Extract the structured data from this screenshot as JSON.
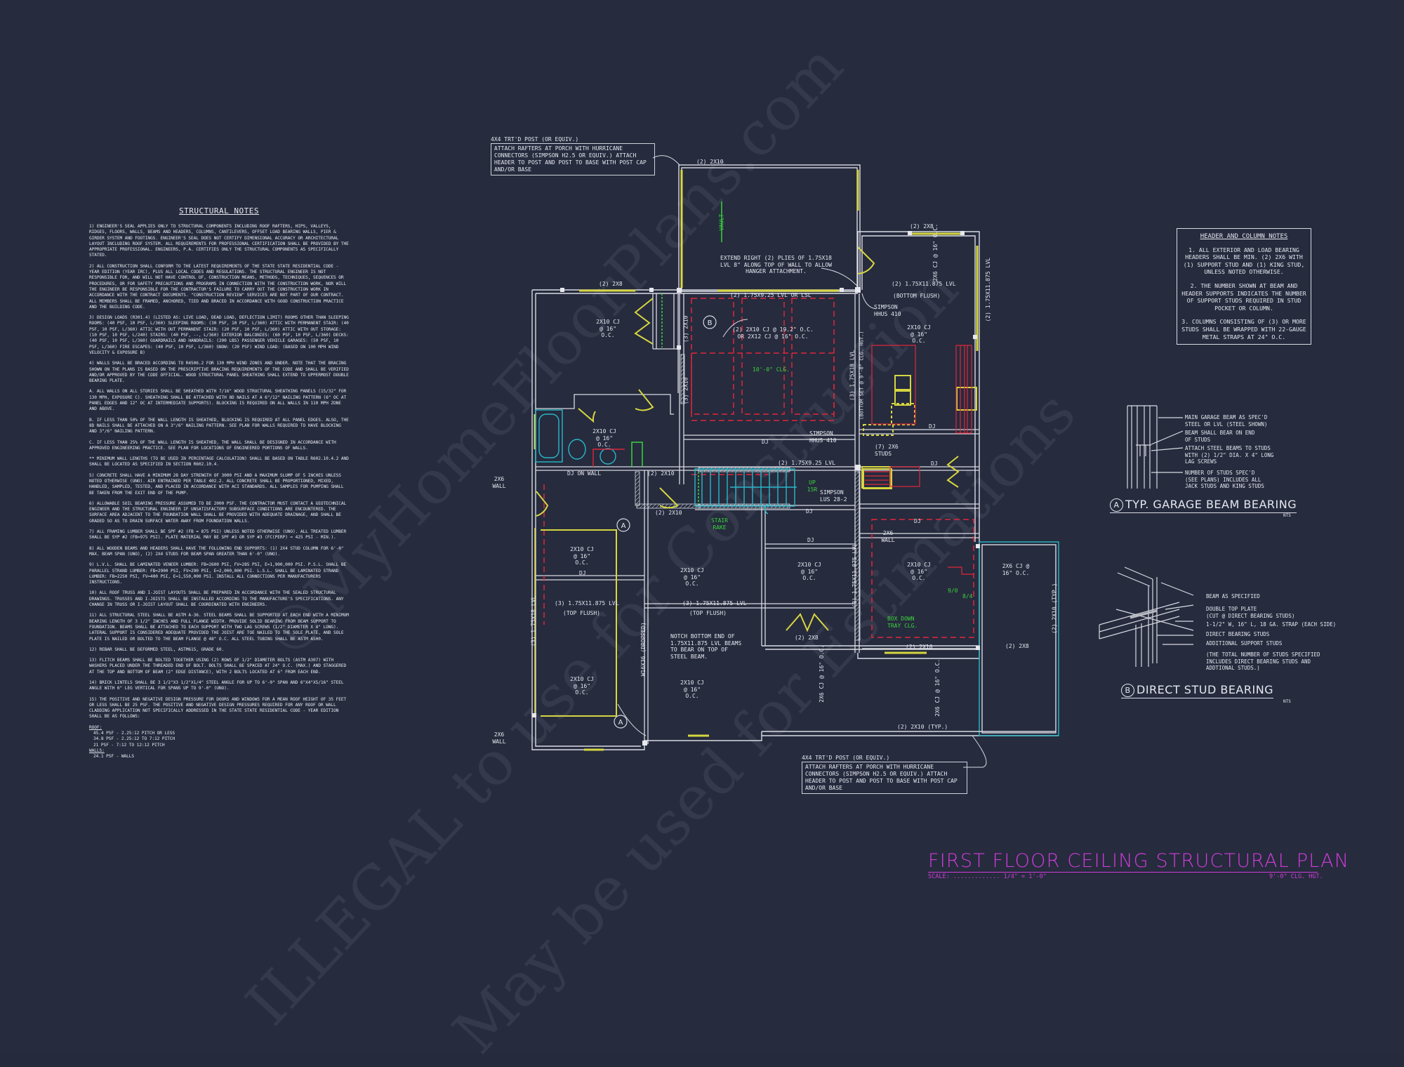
{
  "structural_notes": {
    "title": "STRUCTURAL NOTES",
    "items": [
      "1) ENGINEER'S SEAL APPLIES ONLY TO STRUCTURAL COMPONENTS INCLUDING ROOF RAFTERS, HIPS, VALLEYS, RIDGES, FLOORS, WALLS, BEAMS AND HEADERS, COLUMNS, CANTILEVERS, OFFSET LOAD BEARING WALLS, PIER & GIRDER SYSTEM AND FOOTINGS. ENGINEER'S SEAL DOES NOT CERTIFY DIMENSIONAL ACCURACY OR ARCHITECTURAL LAYOUT INCLUDING ROOF SYSTEM. ALL REQUIREMENTS FOR PROFESSIONAL CERTIFICATION SHALL BE PROVIDED BY THE APPROPRIATE PROFESSIONAL. ENGINEERS, P.A. CERTIFIES ONLY THE STRUCTURAL COMPONENTS AS SPECIFICALLY STATED.",
      "2) ALL CONSTRUCTION SHALL CONFORM TO THE LATEST REQUIREMENTS OF THE STATE STATE RESIDENTIAL CODE - YEAR EDITION (YEAR IRC), PLUS ALL LOCAL CODES AND REGULATIONS. THE STRUCTURAL ENGINEER IS NOT RESPONSIBLE FOR, AND WILL NOT HAVE CONTROL OF, CONSTRUCTION MEANS, METHODS, TECHNIQUES, SEQUENCES OR PROCEDURES, OR FOR SAFETY PRECAUTIONS AND PROGRAMS IN CONNECTION WITH THE CONSTRUCTION WORK, NOR WILL THE ENGINEER BE RESPONSIBLE FOR THE CONTRACTOR'S FAILURE TO CARRY OUT THE CONSTRUCTION WORK IN ACCORDANCE WITH THE CONTRACT DOCUMENTS. \"CONSTRUCTION REVIEW\" SERVICES ARE NOT PART OF OUR CONTRACT. ALL MEMBERS SHALL BE FRAMED, ANCHORED, TIED AND BRACED IN ACCORDANCE WITH GOOD CONSTRUCTION PRACTICE AND THE BUILDING CODE.",
      "3) DESIGN LOADS (R301.4) (LISTED AS: LIVE LOAD, DEAD LOAD, DEFLECTION LIMIT) ROOMS OTHER THAN SLEEPING ROOMS: (40 PSF, 10 PSF, L/360) SLEEPING ROOMS: (30 PSF, 10 PSF, L/360) ATTIC WITH PERMANENT STAIR: (40 PSF, 10 PSF, L/360) ATTIC WITH OUT PERMANENT STAIR: (20 PSF, 10 PSF, L/360) ATTIC WITH OUT STORAGE: (10 PSF, 10 PSF, L/240) STAIRS: (40 PSF, --, L/360) EXTERIOR BALCONIES: (60 PSF, 10 PSF, L/360) DECKS: (40 PSF, 10 PSF, L/360) GUARDRAILS AND HANDRAILS: (200 LBS) PASSENGER VEHICLE GARAGES: (50 PSF, 10 PSF, L/360) FIRE ESCAPES: (40 PSF, 10 PSF, L/360) SNOW: (20 PSF) WIND LOAD: (BASED ON 100 MPH WIND VELOCITY & EXPOSURE B)",
      "4) WALLS SHALL BE BRACED ACCORDING TO R4506.2 FOR 130 MPH WIND ZONES AND UNDER. NOTE THAT THE BRACING SHOWN ON THE PLANS IS BASED ON THE PRESCRIPTIVE BRACING REQUIREMENTS OF THE CODE AND SHALL BE VERIFIED AND/OR APPROVED BY THE CODE OFFICIAL. WOOD STRUCTURAL PANEL SHEATHING SHALL EXTEND TO UPPERMOST DOUBLE BEARING PLATE.",
      "a. ALL WALLS ON ALL STORIES SHALL BE SHEATHED WITH 7/16\" WOOD STRUCTURAL SHEATHING PANELS (15/32\" FOR 130 MPH, EXPOSURE C). SHEATHING SHALL BE ATTACHED WITH 8d NAILS AT A 6\"/12\" NAILING PATTERN (6\" OC AT PANEL EDGES AND 12\" OC AT INTERMEDIATE SUPPORTS). BLOCKING IS REQUIRED ON ALL WALLS IN 110 MPH ZONE AND ABOVE.",
      "b. IF LESS THAN 50% OF THE WALL LENGTH IS SHEATHED, BLOCKING IS REQUIRED AT ALL PANEL EDGES. ALSO, THE 8d NAILS SHALL BE ATTACHED ON A 3\"/6\" NAILING PATTERN. SEE PLAN FOR WALLS REQUIRED TO HAVE BLOCKING AND 3\"/6\" NAILING PATTERN.",
      "c. IF LESS THAN 25% OF THE WALL LENGTH IS SHEATHED, THE WALL SHALL BE DESIGNED IN ACCORDANCE WITH APPROVED ENGINEERING PRACTICE. SEE PLAN FOR LOCATIONS OF ENGINEERED PORTIONS OF WALLS.",
      "** MINIMUM WALL LENGTHS (TO BE USED IN PERCENTAGE CALCULATION) SHALL BE BASED ON TABLE R602.10.4.2 AND SHALL BE LOCATED AS SPECIFIED IN SECTION R602.10.4.",
      "5) CONCRETE SHALL HAVE A MINIMUM 28 DAY STRENGTH OF 3000 PSI AND A MAXIMUM SLUMP OF 5 INCHES UNLESS NOTED OTHERWISE (UNO). AIR ENTRAINED PER TABLE 402.2. ALL CONCRETE SHALL BE PROPORTIONED, MIXED, HANDLED, SAMPLED, TESTED, AND PLACED IN ACCORDANCE WITH ACI STANDARDS. ALL SAMPLES FOR PUMPING SHALL BE TAKEN FROM THE EXIT END OF THE PUMP.",
      "6) ALLOWABLE SOIL BEARING PRESSURE ASSUMED TO BE 2000 PSF. THE CONTRACTOR MUST CONTACT A GEOTECHNICAL ENGINEER AND THE STRUCTURAL ENGINEER IF UNSATISFACTORY SUBSURFACE CONDITIONS ARE ENCOUNTERED. THE SURFACE AREA ADJACENT TO THE FOUNDATION WALL SHALL BE PROVIDED WITH ADEQUATE DRAINAGE, AND SHALL BE GRADED SO AS TO DRAIN SURFACE WATER AWAY FROM FOUNDATION WALLS.",
      "7) ALL FRAMING LUMBER SHALL BE SPF #2 (Fb = 875 PSI) UNLESS NOTED OTHERWISE (UNO). ALL TREATED LUMBER SHALL BE SYP #2 (Fb=975 PSI). PLATE MATERIAL MAY BE SPF #3 OR SYP #3 (Fc(perp) = 425 PSI - MIN.).",
      "8) ALL WOODEN BEAMS AND HEADERS SHALL HAVE THE FOLLOWING END SUPPORTS: (1) 2x4 STUD COLUMN FOR 6'-0\" MAX. BEAM SPAN (UNO), (2) 2x4 STUDS FOR BEAM SPAN GREATER THAN 6'-0\" (UNO).",
      "9) L.V.L. SHALL BE LAMINATED VENEER LUMBER: Fb=2600 PSI, Fv=285 PSI, E=1,900,000 PSI. P.S.L. SHALL BE PARALLEL STRAND LUMBER: Fb=2900 PSI, Fv=290 PSI, E=2,000,000 PSI. L.S.L. SHALL BE LAMINATED STRAND LUMBER: Fb=2250 PSI, Fv=400 PSI, E=1,550,000 PSI. INSTALL ALL CONNECTIONS PER MANUFACTURERS INSTRUCTIONS.",
      "10) ALL ROOF TRUSS AND I-JOIST LAYOUTS SHALL BE PREPARED IN ACCORDANCE WITH THE SEALED STRUCTURAL DRAWINGS. TRUSSES AND I-JOISTS SHALL BE INSTALLED ACCORDING TO THE MANUFACTURE'S SPECIFICATIONS. ANY CHANGE IN TRUSS OR I-JOIST LAYOUT SHALL BE COORDINATED WITH ENGINEERS.",
      "11) ALL STRUCTURAL STEEL SHALL BE ASTM A-36. STEEL BEAMS SHALL BE SUPPORTED AT EACH END WITH A MINIMUM BEARING LENGTH OF 3 1/2\" INCHES AND FULL FLANGE WIDTH. PROVIDE SOLID BEARING FROM BEAM SUPPORT TO FOUNDATION. BEAMS SHALL BE ATTACHED TO EACH SUPPORT WITH TWO LAG SCREWS (1/2\" DIAMETER x 4\" LONG). LATERAL SUPPORT IS CONSIDERED ADEQUATE PROVIDED THE JOIST ARE TOE NAILED TO THE SOLE PLATE, AND SOLE PLATE IS NAILED OR BOLTED TO THE BEAM FLANGE @ 48\" O.C. ALL STEEL TUBING SHALL BE ASTM A500.",
      "12) REBAR SHALL BE DEFORMED STEEL, ASTM615, GRADE 60.",
      "13) FLITCH BEAMS SHALL BE BOLTED TOGETHER USING (2) ROWS OF 1/2\" DIAMETER BOLTS (ASTM A307) WITH WASHERS PLACED UNDER THE THREADED END OF BOLT. BOLTS SHALL BE SPACED AT 24\" O.C. (MAX.) AND STAGGERED AT THE TOP AND BOTTOM OF BEAM (2\" EDGE DISTANCE), WITH 2 BOLTS LOCATED AT 6\" FROM EACH END.",
      "14) BRICK LINTELS SHALL BE 3 1/2\"x3 1/2\"x1/4\" STEEL ANGLE FOR UP TO 6'-0\" SPAN AND 6\"x4\"x5/16\" STEEL ANGLE WITH 6\" LEG VERTICAL FOR SPANS UP TO 9'-0\" (UNO).",
      "15) THE POSITIVE AND NEGATIVE DESIGN PRESSURE FOR DOORS AND WINDOWS FOR A MEAN ROOF HEIGHT OF 35 FEET OR LESS SHALL BE 25 PSF. THE POSITIVE AND NEGATIVE DESIGN PRESSURES REQUIRED FOR ANY ROOF OR WALL CLADDING APPLICATION NOT SPECIFICALLY ADDRESSED IN THE STATE STATE RESIDENTIAL CODE - YEAR EDITION SHALL BE AS FOLLOWS:"
    ],
    "roof_heading": "ROOF:",
    "roof_items": [
      "45.4 PSF - 2.25:12 PITCH OR LESS",
      "34.8 PSF - 2.25:12 TO 7:12 PITCH",
      "21 PSF - 7:12 TO 12:12 PITCH"
    ],
    "walls_heading": "WALLS:",
    "walls_items": [
      "24.1 PSF - WALLS"
    ]
  },
  "header_column_notes": {
    "title": "HEADER AND COLUMN NOTES",
    "items": [
      "1. ALL EXTERIOR AND LOAD BEARING HEADERS SHALL BE MIN. (2) 2x6 WITH (1) SUPPORT STUD AND (1) KING STUD, UNLESS NOTED OTHERWISE.",
      "2. THE NUMBER SHOWN AT BEAM AND HEADER SUPPORTS INDICATES THE NUMBER OF SUPPORT STUDS REQUIRED IN STUD POCKET OR COLUMN.",
      "3. COLUMNS CONSISTING OF (3) OR MORE STUDS SHALL BE WRAPPED WITH 22-GAUGE METAL STRAPS AT 24\" O.C."
    ]
  },
  "detail_a": {
    "marker": "A",
    "title": "TYP. GARAGE BEAM BEARING",
    "scale": "NTS",
    "labels": [
      "MAIN GARAGE BEAM AS SPEC'D",
      "STEEL OR LVL (STEEL SHOWN)",
      "BEAM SHALL BEAR ON END",
      "OF STUDS",
      "ATTACH STEEL BEAMS TO STUDS",
      "WITH (2) 1/2\" DIA. x 4\" LONG",
      "LAG SCREWS",
      "NUMBER OF STUDS SPEC'D",
      "(SEE PLANS) INCLUDES ALL",
      "JACK STUDS AND KING STUDS"
    ]
  },
  "detail_b": {
    "marker": "B",
    "title": "DIRECT STUD BEARING",
    "scale": "NTS",
    "labels": [
      "BEAM AS SPECIFIED",
      "DOUBLE TOP PLATE",
      "(CUT @ DIRECT BEARING STUDS)",
      "1-1/2\" W, 16\" L, 18 GA. STRAP (EACH SIDE)",
      "DIRECT BEARING STUDS",
      "ADDITIONAL SUPPORT STUDS",
      "(THE TOTAL NUMBER OF STUDS SPECIFIED",
      "INCLUDES DIRECT BEARING STUDS AND",
      "ADDTIONAL STUDS.)"
    ]
  },
  "plan": {
    "title": "FIRST FLOOR CEILING STRUCTURAL PLAN",
    "scale_label": "SCALE: ............. 1/4\" = 1'-0\"",
    "ceiling_height": "9'-0\" CLG. HGT.",
    "callout_top": {
      "head": "4x4 TRT'D POST (OR EQUIV.)",
      "body": "ATTACH RAFTERS AT PORCH WITH HURRICANE CONNECTORS (SIMPSON H2.5 OR EQUIV.) ATTACH HEADER TO POST AND POST TO BASE WITH POST CAP AND/OR BASE"
    },
    "callout_bottom": {
      "head": "4x4 TRT'D POST (OR EQUIV.)",
      "body": "ATTACH RAFTERS AT PORCH WITH HURRICANE CONNECTORS (SIMPSON H2.5 OR EQUIV.) ATTACH HEADER TO POST AND POST TO BASE WITH POST CAP AND/OR BASE"
    },
    "extend_note": "EXTEND RIGHT (2) PLIES OF 1.75x18 LVL 8\" ALONG TOP OF WALL TO ALLOW HANGER ATTACHMENT.",
    "notch_note": "NOTCH BOTTOM END OF 1.75x11.875 LVL BEAMS TO BEAR ON TOP OF STEEL BEAM.",
    "labels": {
      "porch_top_header": "(2) 2x10",
      "vault": "VAULT",
      "hdr_2x8_a": "(2) 2x8",
      "hdr_2x8_b": "(2) 2x8",
      "lvl_925": "(2) 1.75x9.25 LVL OR LSL",
      "lvl_11875_top": "(2) 1.75x11.875 LVL",
      "bottom_flush": "(BOTTOM FLUSH)",
      "lvl_11875_right": "(2) 1.75x11.875 LVL",
      "simpson_hhus_a": "SIMPSON HHUS 410",
      "simpson_hhus_b": "SIMPSON HHUS 410",
      "simpson_lus": "SIMPSON LUS 28-2",
      "cj_bed1": "2x10 CJ @ 16\" O.C.",
      "cj_great": "(2) 2x10 CJ @ 19.2\" O.C. OR 2x12 CJ @ 16\" O.C.",
      "cj_right_top": "2x10 CJ @ 16\" O.C.",
      "cj_2x6_top": "2x6 CJ @ 16\" O.C.",
      "ceiling_10": "10'-0\" CLG.",
      "lvl_18_vert": "(3) 1.75x18 LVL",
      "bottom_set": "(BOTTOM SET @ 9'-0\" CLG. HGT.)",
      "hdr_2x10_vert_a": "(3) 2x10",
      "hdr_2x10_vert_b": "(3) 2x10",
      "cj_bath": "2x10 CJ @ 16\" O.C.",
      "dj_on_wall": "DJ ON WALL",
      "dj": "DJ",
      "studs_7": "(7) 2x6 STUDS",
      "lvl_925_stair": "(2) 1.75x9.25 LVL",
      "up_15r": "UP 15R",
      "stair_rake": "STAIR RAKE",
      "hdr_2x10_a": "(2) 2x10",
      "hdr_2x10_b": "(2) 2x10",
      "wall_2x6": "2x6 WALL",
      "cj_garage1": "2x10 CJ @ 16\" O.C.",
      "cj_garage2": "2x10 CJ @ 16\" O.C.",
      "cj_garage3": "2x10 CJ @ 16\" O.C.",
      "cj_garage4": "2x10 CJ @ 16\" O.C.",
      "lvl_top_flush_a": "(3) 1.75x11.875 LVL",
      "lvl_top_flush_b": "(3) 1.75x11.875 LVL",
      "top_flush": "(TOP FLUSH)",
      "lvl_18_garage": "(3) 1.75x18 LVL",
      "w16": "W16x36 (DROPPED)",
      "cj_mid": "2x10 CJ @ 16\" O.C.",
      "cj_master": "2x10 CJ @ 16\" O.C.",
      "lvl_11875_vert": "(3) 1.75x11.875 LVL",
      "cj_2x6_right": "2x6 CJ @ 16\" O.C.",
      "hdr_2x10_typ_vert": "(2) 2x10 (TYP.)",
      "box_down": "BOX DOWN TRAY CLG.",
      "dim_9_0": "9/0",
      "dim_8_4": "8/4",
      "hdr_2x8_porch": "(2) 2x8",
      "hdr_2x8_porch2": "(2) 2x8",
      "hdr_2x10_master": "(2) 2x10",
      "cj_porch_a": "2x6 CJ @ 16\" O.C.",
      "cj_porch_b": "2x6 CJ @ 16\" O.C.",
      "hdr_2x10_typ": "(2) 2x10 (TYP.)"
    }
  },
  "watermark": {
    "line1": "©MyHomeFloorPlans.com",
    "line2": "ILLEGAL to use for Construction",
    "line3": "May be used for Estimations"
  },
  "colors": {
    "background": "#262b3e",
    "linework": "#d9dbe2",
    "yellow": "#d6d640",
    "red": "#e0263a",
    "green": "#3ad43a",
    "cyan": "#28b8c8",
    "magenta": "#d03cd8"
  }
}
